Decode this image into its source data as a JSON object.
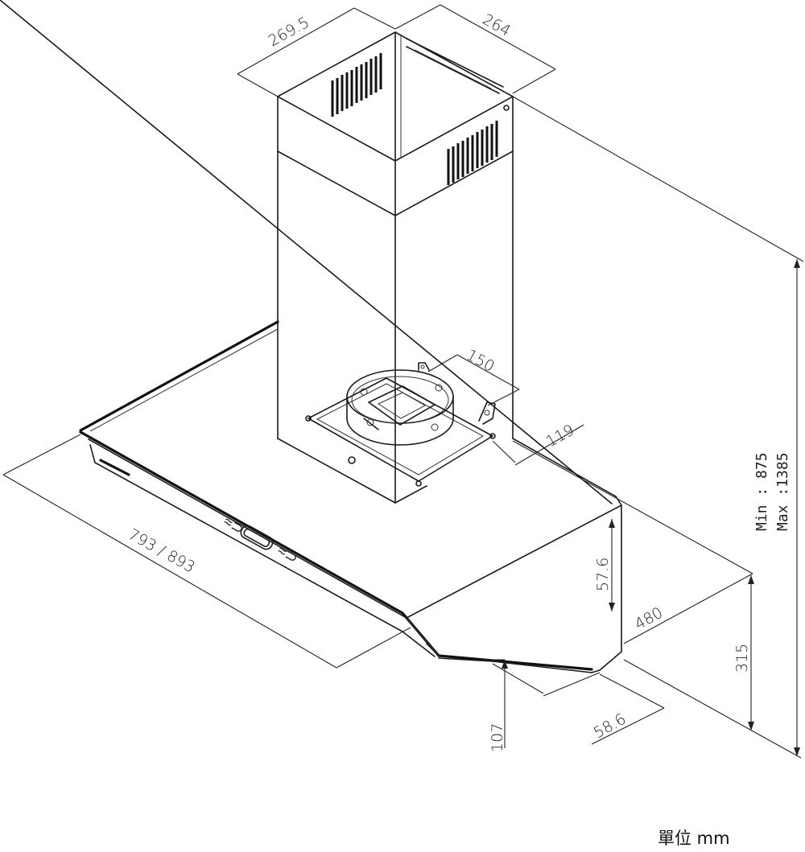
{
  "dimensions": {
    "chimney_width": "269.5",
    "chimney_depth": "264",
    "duct_diameter": "150",
    "duct_offset": "119",
    "body_width": "793 / 893",
    "front_height": "57.6",
    "body_depth": "480",
    "body_height": "315",
    "lip_depth": "58.6",
    "bottom_height": "107",
    "height_min": "Min : 875",
    "height_max": "Max :1385"
  },
  "unit_label": "單位 mm"
}
